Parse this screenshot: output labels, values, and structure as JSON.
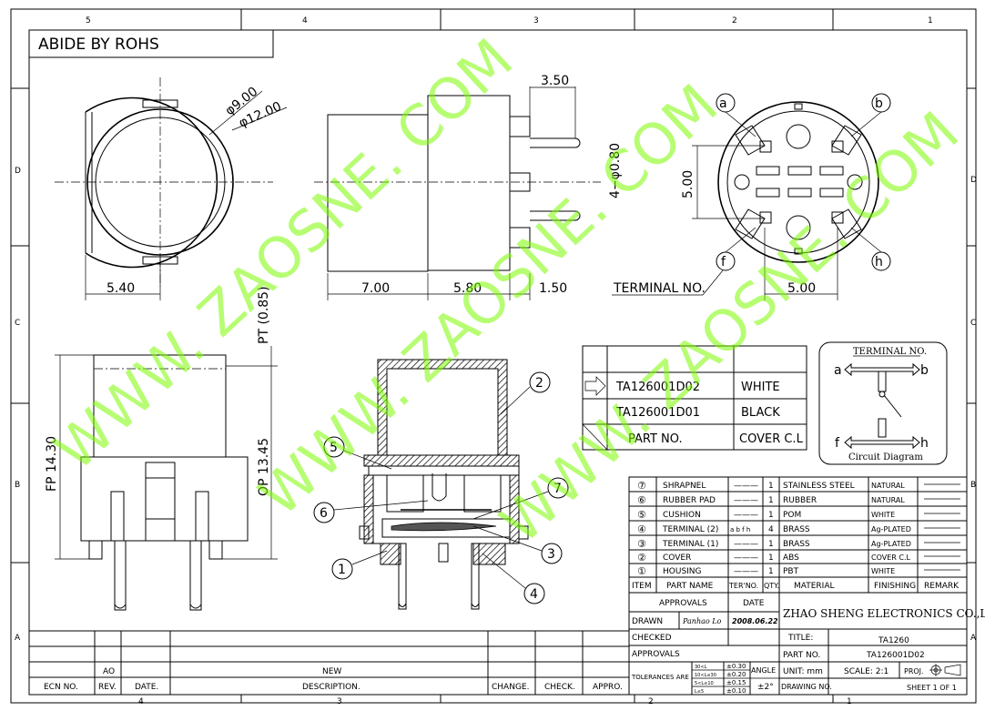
{
  "title_banner": "ABIDE BY ROHS",
  "grid": {
    "top_cols": [
      "5",
      "4",
      "3",
      "2",
      "1"
    ],
    "bottom_cols": [
      "4",
      "3",
      "2",
      "1"
    ],
    "left_rows": [
      "D",
      "C",
      "B",
      "A"
    ],
    "right_rows": [
      "D",
      "C",
      "B",
      "A"
    ]
  },
  "dimensions": {
    "d900": "φ9.00",
    "d1200": "φ12.00",
    "w540": "5.40",
    "h350": "3.50",
    "pins": "4−φ0.80",
    "w700": "7.00",
    "w580": "5.80",
    "w150": "1.50",
    "pt": "PT (0.85)",
    "fp": "FP 14.30",
    "op": "OP 13.45",
    "v500": "5.00",
    "h500": "5.00",
    "terminal_no": "TERMINAL NO."
  },
  "terminal_letters": [
    "a",
    "b",
    "f",
    "h"
  ],
  "balloons": [
    "1",
    "2",
    "3",
    "4",
    "5",
    "6",
    "7"
  ],
  "watermark": "WWW. ZAOSNE. COM",
  "part_table": {
    "rows": [
      {
        "part": "TA126001D02",
        "cover": "WHITE"
      },
      {
        "part": "TA126001D01",
        "cover": "BLACK"
      }
    ],
    "footer_part": "PART NO.",
    "footer_cover": "COVER C.L"
  },
  "circuit": {
    "title": "TERMINAL NO.",
    "caption": "Circuit Diagram",
    "labels": [
      "a",
      "b",
      "f",
      "h"
    ]
  },
  "bom": {
    "headers": {
      "item": "ITEM",
      "name": "PART NAME",
      "ter": "TER'NO.",
      "qty": "QTY.",
      "material": "MATERIAL",
      "finishing": "FINISHING",
      "remark": "REMARK"
    },
    "rows": [
      {
        "item": "⑦",
        "name": "SHRAPNEL",
        "ter": "———",
        "qty": "1",
        "material": "STAINLESS STEEL",
        "finishing": "NATURAL"
      },
      {
        "item": "⑥",
        "name": "RUBBER PAD",
        "ter": "———",
        "qty": "1",
        "material": "RUBBER",
        "finishing": "NATURAL"
      },
      {
        "item": "⑤",
        "name": "CUSHION",
        "ter": "———",
        "qty": "1",
        "material": "POM",
        "finishing": "WHITE"
      },
      {
        "item": "④",
        "name": "TERMINAL (2)",
        "ter": "a b f h",
        "qty": "4",
        "material": "BRASS",
        "finishing": "Ag-PLATED"
      },
      {
        "item": "③",
        "name": "TERMINAL (1)",
        "ter": "———",
        "qty": "1",
        "material": "BRASS",
        "finishing": "Ag-PLATED"
      },
      {
        "item": "②",
        "name": "COVER",
        "ter": "———",
        "qty": "1",
        "material": "ABS",
        "finishing": "COVER C.L"
      },
      {
        "item": "①",
        "name": "HOUSING",
        "ter": "———",
        "qty": "1",
        "material": "PBT",
        "finishing": "WHITE"
      }
    ]
  },
  "title_block": {
    "approvals": "APPROVALS",
    "date": "DATE",
    "company": "ZHAO SHENG ELECTRONICS CO.,LTD",
    "drawn": "DRAWN",
    "drawn_by": "Panhao Lo",
    "drawn_date": "2008.06.22",
    "checked": "CHECKED",
    "approvals2": "APPROVALS",
    "title_label": "TITLE:",
    "title_value": "TA1260",
    "part_label": "PART NO.",
    "part_value": "TA126001D02",
    "tolerances": "TOLERANCES ARE",
    "tol_ranges": [
      "30<L",
      "10<L≤30",
      "5<L≤10",
      "L≤5"
    ],
    "tol_values": [
      "±0.30",
      "±0.20",
      "±0.15",
      "±0.10"
    ],
    "angle_label": "ANGLE",
    "angle_value": "±2°",
    "unit": "UNIT: mm",
    "scale": "SCALE: 2:1",
    "proj": "PROJ.",
    "drawing_no": "DRAWING NO.",
    "sheet": "SHEET  1 OF 1"
  },
  "revision": {
    "ecn": "ECN NO.",
    "rev": "REV.",
    "date": "DATE.",
    "description": "DESCRIPTION.",
    "change": "CHANGE.",
    "check": "CHECK.",
    "appro": "APPRO.",
    "rev_value": "AO",
    "desc_value": "NEW"
  }
}
